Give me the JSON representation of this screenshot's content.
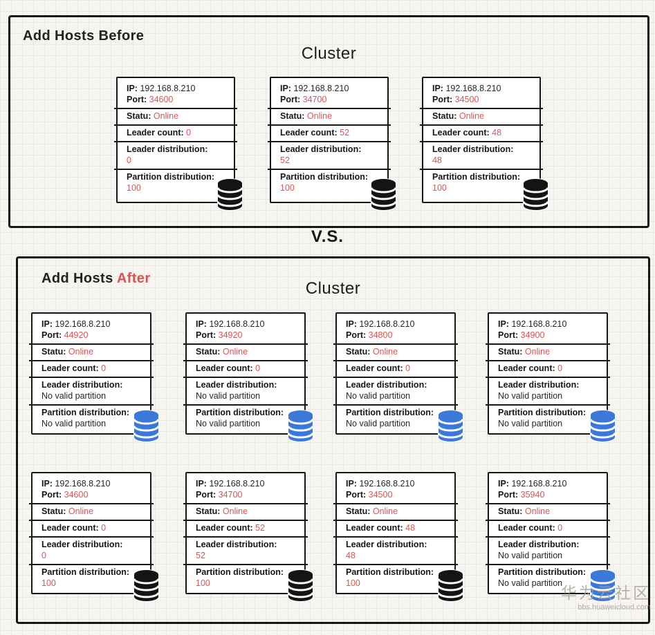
{
  "vs_label": "V.S.",
  "labels": {
    "ip": "IP:",
    "port": "Port:",
    "status": "Statu:",
    "leader_count": "Leader count:",
    "leader_distribution": "Leader distribution:",
    "partition_distribution": "Partition distribution:"
  },
  "colors": {
    "accent_red": "#e05252",
    "db_icon_blue": "#3b78d8",
    "db_icon_black": "#141414"
  },
  "watermark": {
    "line1": "华为云社区",
    "line2": "bbs.huaweicloud.com"
  },
  "panels": [
    {
      "title_black": "Add Hosts Before",
      "title_red": "",
      "cluster_label": "Cluster",
      "rows": [
        {
          "cards": [
            {
              "ip": "192.168.8.210",
              "port": "34600",
              "status": "Online",
              "leader_count": "0",
              "leader_distribution": "0",
              "partition_distribution": "100",
              "db_color": "black"
            },
            {
              "ip": "192.168.8.210",
              "port": "34700",
              "status": "Online",
              "leader_count": "52",
              "leader_distribution": "52",
              "partition_distribution": "100",
              "db_color": "black"
            },
            {
              "ip": "192.168.8.210",
              "port": "34500",
              "status": "Online",
              "leader_count": "48",
              "leader_distribution": "48",
              "partition_distribution": "100",
              "db_color": "black"
            }
          ]
        }
      ]
    },
    {
      "title_black": "Add Hosts ",
      "title_red": "After",
      "cluster_label": "Cluster",
      "rows": [
        {
          "cards": [
            {
              "ip": "192.168.8.210",
              "port": "44920",
              "status": "Online",
              "leader_count": "0",
              "leader_distribution": "No valid partition",
              "partition_distribution": "No valid partition",
              "db_color": "blue"
            },
            {
              "ip": "192.168.8.210",
              "port": "34920",
              "status": "Online",
              "leader_count": "0",
              "leader_distribution": "No valid partition",
              "partition_distribution": "No valid partition",
              "db_color": "blue"
            },
            {
              "ip": "192.168.8.210",
              "port": "34800",
              "status": "Online",
              "leader_count": "0",
              "leader_distribution": "No valid partition",
              "partition_distribution": "No valid partition",
              "db_color": "blue"
            },
            {
              "ip": "192.168.8.210",
              "port": "34900",
              "status": "Online",
              "leader_count": "0",
              "leader_distribution": "No valid partition",
              "partition_distribution": "No valid partition",
              "db_color": "blue"
            }
          ]
        },
        {
          "cards": [
            {
              "ip": "192.168.8.210",
              "port": "34600",
              "status": "Online",
              "leader_count": "0",
              "leader_distribution": "0",
              "partition_distribution": "100",
              "db_color": "black"
            },
            {
              "ip": "192.168.8.210",
              "port": "34700",
              "status": "Online",
              "leader_count": "52",
              "leader_distribution": "52",
              "partition_distribution": "100",
              "db_color": "black"
            },
            {
              "ip": "192.168.8.210",
              "port": "34500",
              "status": "Online",
              "leader_count": "48",
              "leader_distribution": "48",
              "partition_distribution": "100",
              "db_color": "black"
            },
            {
              "ip": "192.168.8.210",
              "port": "35940",
              "status": "Online",
              "leader_count": "0",
              "leader_distribution": "No valid partition",
              "partition_distribution": "No valid partition",
              "db_color": "blue"
            }
          ]
        }
      ]
    }
  ]
}
